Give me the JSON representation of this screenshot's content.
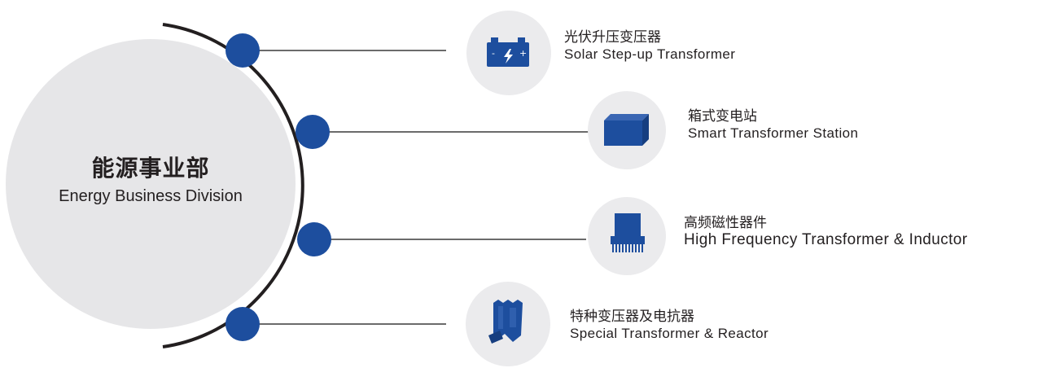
{
  "division": {
    "name_cn": "能源事业部",
    "name_en": "Energy Business Division"
  },
  "colors": {
    "accent": "#1d4e9e",
    "circle_fill": "#e6e6e8",
    "icon_bg": "#ebebed",
    "line": "#231f20"
  },
  "products": [
    {
      "name_cn": "光伏升压变压器",
      "name_en": "Solar Step-up Transformer",
      "icon": "battery-icon"
    },
    {
      "name_cn": "箱式变电站",
      "name_en": "Smart Transformer Station",
      "icon": "box-substation-icon"
    },
    {
      "name_cn": "高频磁性器件",
      "name_en": "High Frequency Transformer & Inductor",
      "icon": "hf-transformer-icon"
    },
    {
      "name_cn": "特种变压器及电抗器",
      "name_en": "Special Transformer  &  Reactor",
      "icon": "reactor-icon"
    }
  ]
}
